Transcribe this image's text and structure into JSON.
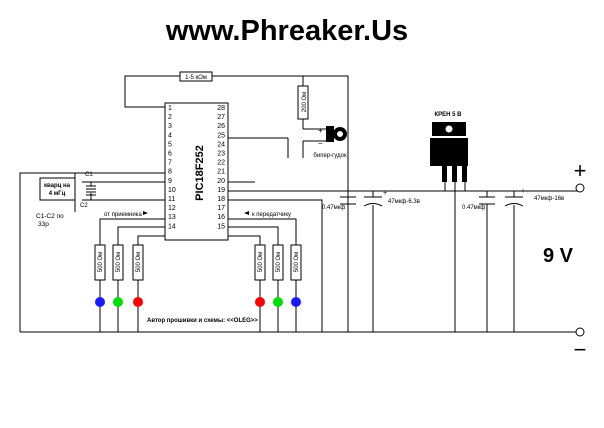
{
  "title": "www.Phreaker.Us",
  "labels": {
    "resistor_top": "1-5 кОм",
    "resistor_buzzer": "200 Ом",
    "buzzer": "бипер-гудок",
    "crystal_line1": "кварц на",
    "crystal_line2": "4 мГц",
    "c1": "C1",
    "c2": "C2",
    "c1c2_line1": "C1-C2 по",
    "c1c2_line2": "33р",
    "from_receiver": "от приемника",
    "to_transmitter": "к передатчику",
    "chip": "PIC18F252",
    "regulator": "КРЕН 5 В",
    "cap1": "0.47мкф",
    "cap2": "47мкф-6.3в",
    "cap3": "0.47мкф",
    "cap4": "47мкф-16в",
    "led_resistor": "500 Ом",
    "author": "Автор прошивки и схемы: <<OLEG>>",
    "voltage": "9 V",
    "plus": "+",
    "minus": "−"
  },
  "pins_left": [
    "1",
    "2",
    "3",
    "4",
    "5",
    "6",
    "7",
    "8",
    "9",
    "10",
    "11",
    "12",
    "13",
    "14"
  ],
  "pins_right": [
    "28",
    "27",
    "26",
    "25",
    "24",
    "23",
    "22",
    "21",
    "20",
    "19",
    "18",
    "17",
    "16",
    "15"
  ],
  "colors": {
    "led_blue": "#1a1aff",
    "led_green": "#00dd00",
    "led_red": "#ff0000",
    "wire": "#000000"
  }
}
